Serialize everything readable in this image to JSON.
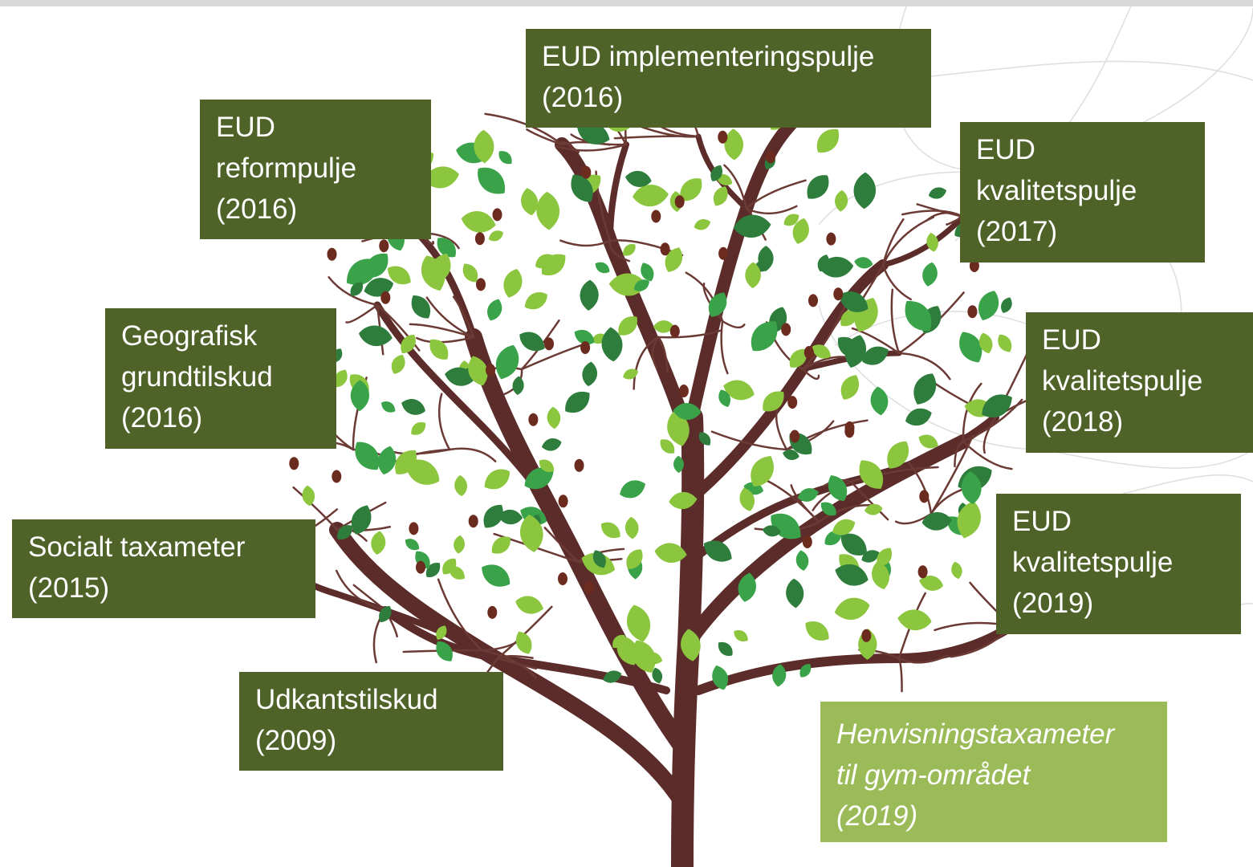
{
  "labels": [
    {
      "id": "eud-implementeringspulje",
      "lines": [
        "EUD implementeringspulje",
        "(2016)"
      ],
      "style": "dark"
    },
    {
      "id": "eud-reformpulje",
      "lines": [
        "EUD",
        "reformpulje",
        "(2016)"
      ],
      "style": "dark"
    },
    {
      "id": "eud-kvalitetspulje-2017",
      "lines": [
        "EUD",
        "kvalitetspulje",
        "(2017)"
      ],
      "style": "dark"
    },
    {
      "id": "geografisk-grundtilskud",
      "lines": [
        "Geografisk",
        "grundtilskud",
        "(2016)"
      ],
      "style": "dark"
    },
    {
      "id": "eud-kvalitetspulje-2018",
      "lines": [
        "EUD",
        "kvalitetspulje",
        "(2018)"
      ],
      "style": "dark"
    },
    {
      "id": "socialt-taxameter",
      "lines": [
        "Socialt taxameter",
        "(2015)"
      ],
      "style": "dark"
    },
    {
      "id": "eud-kvalitetspulje-2019",
      "lines": [
        "EUD",
        "kvalitetspulje",
        "(2019)"
      ],
      "style": "dark"
    },
    {
      "id": "udkantstilskud",
      "lines": [
        "Udkantstilskud",
        "(2009)"
      ],
      "style": "dark"
    },
    {
      "id": "henvisningstaxameter",
      "lines": [
        "Henvisningstaxameter",
        "til gym-området",
        "(2019)"
      ],
      "style": "light"
    }
  ],
  "colors": {
    "box_dark": "#4f6228",
    "box_light": "#9bbb59",
    "box_text": "#ffffff",
    "trunk": "#5b2c2a",
    "leaf_light": "#8cc63f",
    "leaf_mid": "#3aa34a",
    "leaf_dark": "#2e7d3c",
    "bud": "#6b2b1e"
  },
  "icons": [
    "tree-illustration",
    "leaf-icon",
    "bud-icon"
  ]
}
